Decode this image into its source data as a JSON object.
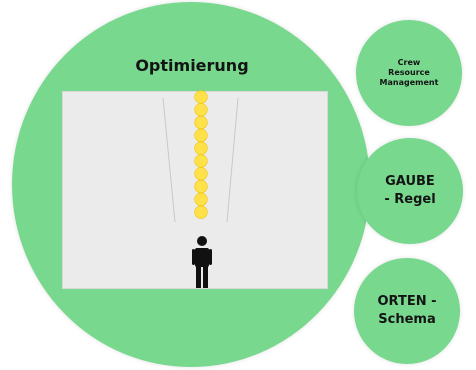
{
  "diagram": {
    "main_circle": {
      "title": "Optimierung"
    },
    "side_circles": [
      {
        "label": "Crew\nResource\nManagement"
      },
      {
        "label": "GAUBE\n- Regel"
      },
      {
        "label": "ORTEN -\nSchema"
      }
    ],
    "path_dots": {
      "count": 10,
      "color": "#ffe24a"
    },
    "colors": {
      "circle": "#77d88e",
      "panel": "#ebebeb",
      "dot": "#ffe24a",
      "person": "#111111"
    },
    "icons": [
      "person-icon"
    ]
  }
}
